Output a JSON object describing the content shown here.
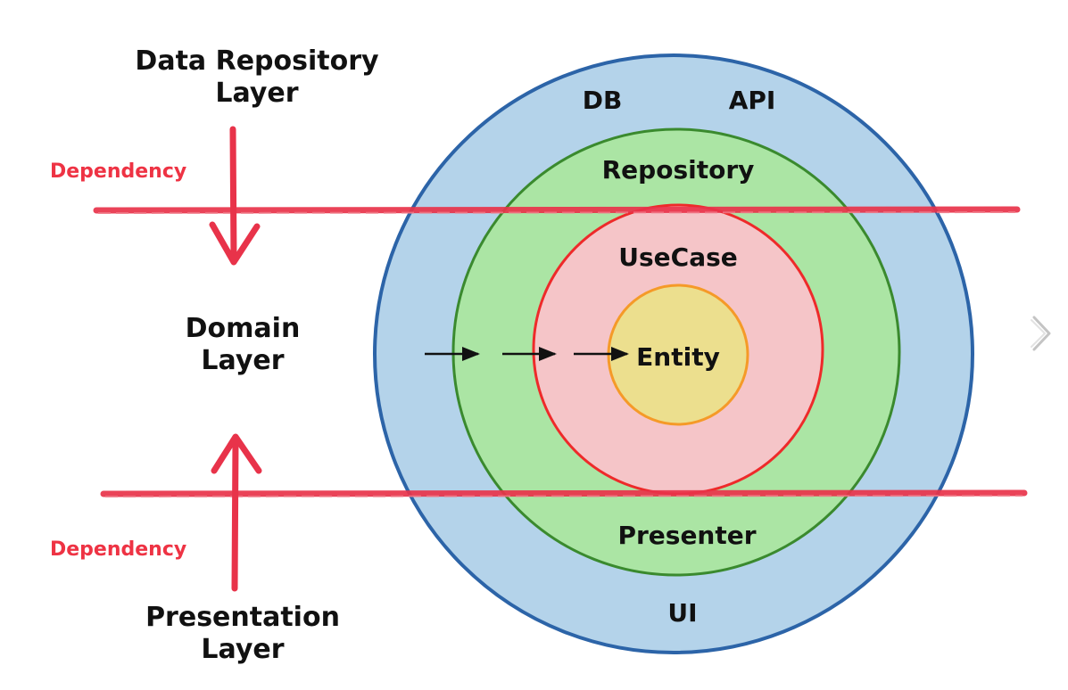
{
  "layers": {
    "data_repository": [
      "Data Repository",
      "Layer"
    ],
    "domain": [
      "Domain",
      "Layer"
    ],
    "presentation": [
      "Presentation",
      "Layer"
    ]
  },
  "dependency_labels": {
    "top": "Dependency",
    "bottom": "Dependency"
  },
  "rings": {
    "outer": {
      "labels": [
        "DB",
        "API"
      ],
      "bottom_label": "UI",
      "fill": "#b4d3ea",
      "stroke": "#2c64a8"
    },
    "middle": {
      "top_label": "Repository",
      "bottom_label": "Presenter",
      "fill": "#abe5a4",
      "stroke": "#3a8a2e"
    },
    "inner": {
      "label": "UseCase",
      "fill": "#f5c5c8",
      "stroke": "#ee2a2a"
    },
    "core": {
      "label": "Entity",
      "fill": "#ecdf8e",
      "stroke": "#f59a28"
    }
  },
  "colors": {
    "dependency": "#ee3344",
    "boundary_line": "#e8334a",
    "arrow_black": "#111111"
  },
  "icons": {
    "next": "chevron-right-icon"
  }
}
